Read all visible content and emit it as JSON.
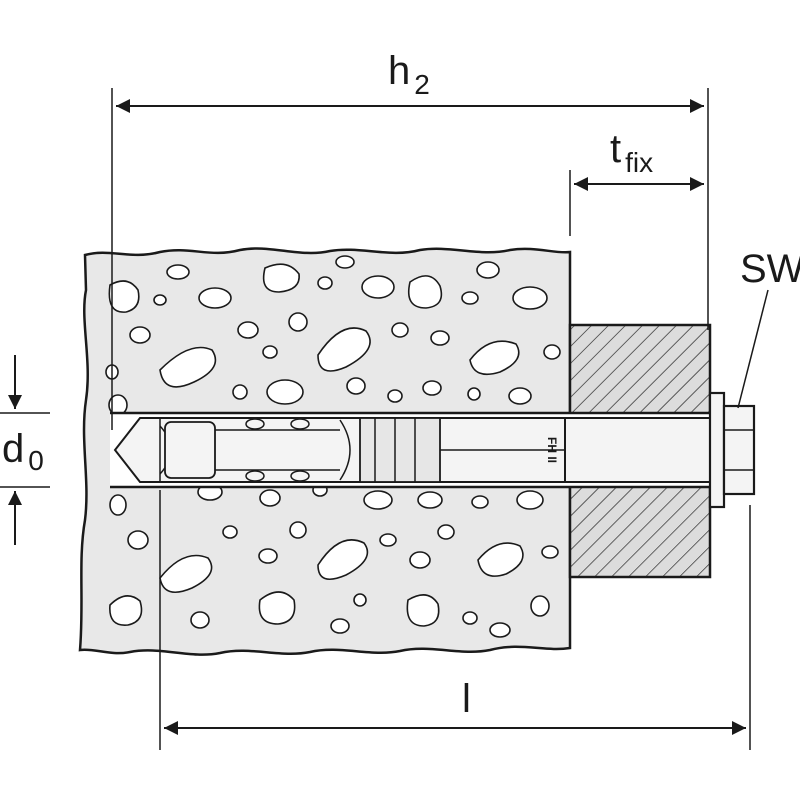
{
  "labels": {
    "h2_main": "h",
    "h2_sub": "2",
    "tfix_main": "t",
    "tfix_sub": "fix",
    "sw": "SW",
    "d0_main": "d",
    "d0_sub": "0",
    "l": "l",
    "anchor_stamp": "FH II"
  },
  "colors": {
    "line": "#1a1a1a",
    "concrete": "#e8e8e8",
    "fixture": "#dcdcdc",
    "anchor": "#f4f4f4",
    "background": "#ffffff"
  }
}
